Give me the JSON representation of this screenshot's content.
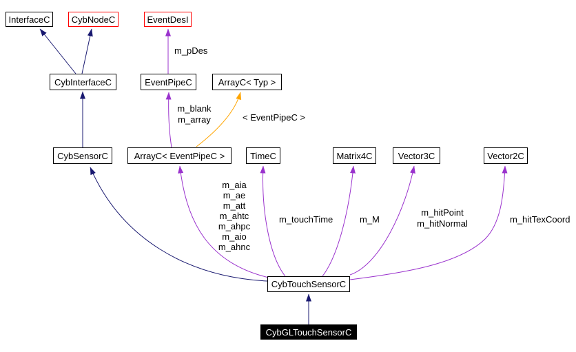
{
  "diagram": {
    "type": "class-collaboration-graph",
    "colors": {
      "background": "#ffffff",
      "inheritance_edge": "#191970",
      "usage_edge": "#9a32cd",
      "template_edge": "#ffa500",
      "node_border": "#000000",
      "node_border_highlight": "#ff0000",
      "current_node_bg": "#000000",
      "current_node_text": "#ffffff"
    },
    "nodes": {
      "interfacec": "InterfaceC",
      "cybnodec": "CybNodeC",
      "eventdesi": "EventDesI",
      "cybinterfacec": "CybInterfaceC",
      "eventpipec": "EventPipeC",
      "arrayc_typ": "ArrayC< Typ >",
      "cybsensorc": "CybSensorC",
      "arrayc_eventpipec": "ArrayC< EventPipeC >",
      "timec": "TimeC",
      "matrix4c": "Matrix4C",
      "vector3c": "Vector3C",
      "vector2c": "Vector2C",
      "cybtouchsensorc": "CybTouchSensorC",
      "cybgltouchsensorc": "CybGLTouchSensorC"
    },
    "edge_labels": {
      "m_pdes": "m_pDes",
      "m_blank_m_array": "m_blank\nm_array",
      "template_args": "< EventPipeC >",
      "array_members": "m_aia\nm_ae\nm_att\nm_ahtc\nm_ahpc\nm_aio\nm_ahnc",
      "m_touchtime": "m_touchTime",
      "m_m": "m_M",
      "m_hitpoint_m_hitnormal": "m_hitPoint\nm_hitNormal",
      "m_hittexcoord": "m_hitTexCoord"
    }
  }
}
